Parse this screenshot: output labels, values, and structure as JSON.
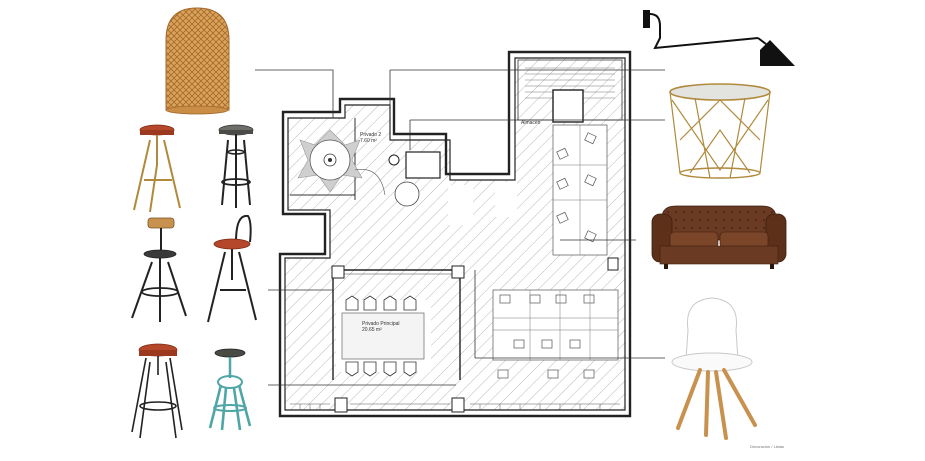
{
  "rooms": {
    "private": {
      "name": "Privado 2",
      "area": "7.60 m²"
    },
    "storage": {
      "name": "Almacén"
    },
    "main": {
      "name": "Privado Principal",
      "area": "20.65 m²"
    }
  },
  "credit": "Decoración / Listas",
  "furniture": [
    {
      "name": "rattan-pendant-lamp"
    },
    {
      "name": "industrial-wall-lamp"
    },
    {
      "name": "marble-wire-side-table"
    },
    {
      "name": "chesterfield-leather-sofa"
    },
    {
      "name": "white-shell-chair"
    },
    {
      "name": "leather-stool-brass"
    },
    {
      "name": "industrial-stool-grey"
    },
    {
      "name": "backrest-stool-wood"
    },
    {
      "name": "backrest-stool-leather"
    },
    {
      "name": "wire-stool-leather"
    },
    {
      "name": "teal-stool"
    }
  ],
  "colors": {
    "wall": "#222222",
    "hatch": "#9a9a9a",
    "rattan": "#d9a35a",
    "leather": "#b5482a",
    "brass": "#b08a3c",
    "sofa": "#6b3a22",
    "teal": "#4fa6a6",
    "wood": "#c8914e"
  }
}
